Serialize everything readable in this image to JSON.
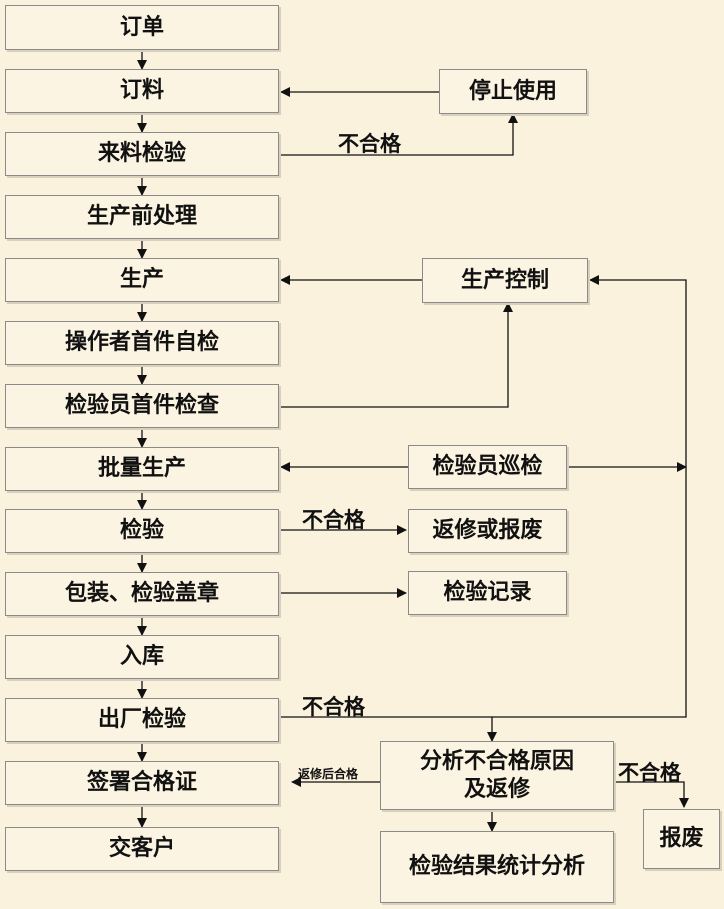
{
  "main_flow": [
    "订单",
    "订料",
    "来料检验",
    "生产前处理",
    "生产",
    "操作者首件自检",
    "检验员首件检查",
    "批量生产",
    "检验",
    "包装、检验盖章",
    "入库",
    "出厂检验",
    "签署合格证",
    "交客户"
  ],
  "side_boxes": {
    "stop_use": "停止使用",
    "production_control": "生产控制",
    "inspector_patrol": "检验员巡检",
    "rework_or_scrap": "返修或报废",
    "inspection_record": "检验记录",
    "analyze_line1": "分析不合格原因",
    "analyze_line2": "及返修",
    "scrap": "报废",
    "result_analysis": "检验结果统计分析"
  },
  "labels": {
    "reject_incoming": "不合格",
    "reject_inspection": "不合格",
    "reject_factory": "不合格",
    "reject_analysis": "不合格",
    "pass_after_rework": "返修后合格"
  }
}
